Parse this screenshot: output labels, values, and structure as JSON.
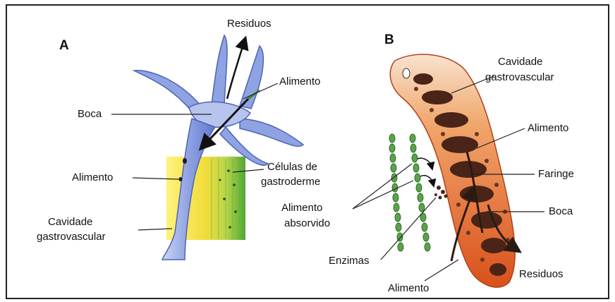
{
  "panels": {
    "a": {
      "letter": "A",
      "labels": {
        "residuos": "Residuos",
        "alimento_top": "Alimento",
        "boca": "Boca",
        "alimento_mid": "Alimento",
        "celulas_1": "Células de",
        "celulas_2": "gastroderme",
        "cavidade_1": "Cavidade",
        "cavidade_2": "gastrovascular"
      }
    },
    "b": {
      "letter": "B",
      "labels": {
        "cavidade_1": "Cavidade",
        "cavidade_2": "gastrovascular",
        "alimento": "Alimento",
        "faringe": "Faringe",
        "boca": "Boca",
        "alimento_abs_1": "Alimento",
        "alimento_abs_2": "absorvido",
        "enzimas": "Enzimas",
        "residuos": "Residuos",
        "alimento_bottom": "Alimento"
      }
    }
  },
  "colors": {
    "hydra_blue": "#6f86d6",
    "hydra_light": "#c9d4f2",
    "gastroderm_yellow": "#f2e24a",
    "gastroderm_green": "#5fb03a",
    "planaria_orange": "#e2631e",
    "planaria_light": "#f6d2b4",
    "gut_dark": "#4a2418",
    "chain_green": "#3f8a33"
  }
}
